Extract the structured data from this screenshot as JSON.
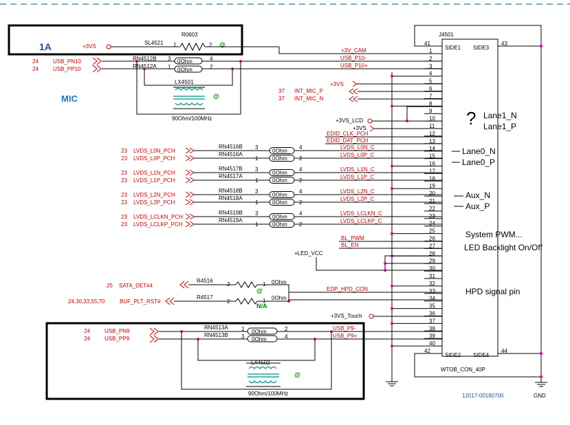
{
  "annotations": {
    "label_1a": "1A",
    "label_mic": "MIC",
    "question": "?",
    "lane1_n": "Lane1_N",
    "lane1_p": "Lane1_P",
    "lane0_n": "Lane0_N",
    "lane0_p": "Lane0_P",
    "aux_n": "Aux_N",
    "aux_p": "Aux_P",
    "system_pwm": "System PWM...",
    "led_backlight": "LED Backlight On/Off",
    "hpd": "HPD signal pin"
  },
  "connector": {
    "ref": "J4501",
    "part": "WTOB_CON_40P",
    "side1": "SIDE1",
    "side2": "SIDE2",
    "side3": "SIDE3",
    "side4": "SIDE4",
    "pin41": "41",
    "pin42": "42",
    "pin43": "43",
    "pin44": "44",
    "pins": [
      "1",
      "2",
      "3",
      "4",
      "5",
      "6",
      "7",
      "8",
      "9",
      "10",
      "11",
      "12",
      "13",
      "14",
      "15",
      "16",
      "17",
      "18",
      "19",
      "20",
      "21",
      "22",
      "23",
      "24",
      "25",
      "26",
      "27",
      "28",
      "29",
      "30",
      "31",
      "32",
      "33",
      "34",
      "35",
      "36",
      "37",
      "38",
      "39",
      "40"
    ]
  },
  "power": {
    "vs3": "+3VS",
    "vs3_b": "+3VS",
    "vs3_lcd": "+3VS_LCD",
    "vs3_c": "+3VS",
    "led_vcc": "+LED_VCC",
    "vs3_touch": "+3VS_Touch",
    "gnd": "GND"
  },
  "top": {
    "sl": "SL4521",
    "r0603": "R0603",
    "p1": "1",
    "p2": "2",
    "at": "@",
    "cam": "+3V_CAM"
  },
  "usb10": {
    "sheet_n": "24",
    "sheet_p": "24",
    "net_n": "USB_PN10",
    "net_p": "USB_PP10",
    "rn_b": "RN4512B",
    "rn_a": "RN4512A",
    "val": "0Ohm",
    "val2": "0Ohm",
    "pin_b1": "3",
    "pin_b2": "4",
    "pin_a1": "1",
    "pin_a2": "2",
    "lx": "LX4501",
    "at": "@",
    "lx_val": "90Ohm/100MHz",
    "out_n": "USB_P10-",
    "out_p": "USB_P10+"
  },
  "mic": {
    "sheet_p": "37",
    "sheet_n": "37",
    "net_p": "INT_MIC_P",
    "net_n": "INT_MIC_N"
  },
  "edid": {
    "clk": "EDID_CLK_PCH",
    "dat": "EDID_DAT_PCH"
  },
  "lvds": [
    {
      "sheet_a": "23",
      "net_a": "LVDS_L0N_PCH",
      "sheet_b": "23",
      "net_b": "LVDS_L0P_PCH",
      "rn_b": "RN4516B",
      "rn_a": "RN4516A",
      "out_a": "LVDS_L0N_C",
      "out_b": "LVDS_L0P_C"
    },
    {
      "sheet_a": "23",
      "net_a": "LVDS_L1N_PCH",
      "sheet_b": "23",
      "net_b": "LVDS_L1P_PCH",
      "rn_b": "RN4517B",
      "rn_a": "RN4517A",
      "out_a": "LVDS_L1N_C",
      "out_b": "LVDS_L1P_C"
    },
    {
      "sheet_a": "23",
      "net_a": "LVDS_L2N_PCH",
      "sheet_b": "23",
      "net_b": "LVDS_L2P_PCH",
      "rn_b": "RN4518B",
      "rn_a": "RN4518A",
      "out_a": "LVDS_L2N_C",
      "out_b": "LVDS_L2P_C"
    },
    {
      "sheet_a": "23",
      "net_a": "LVDS_LCLKN_PCH",
      "sheet_b": "23",
      "net_b": "LVDS_LCLKP_PCH",
      "rn_b": "RN4519B",
      "rn_a": "RN4519A",
      "out_a": "LVDS_LCLKN_C",
      "out_b": "LVDS_LCLKP_C"
    }
  ],
  "rn_val": "0Ohm",
  "rn_pins": [
    "3",
    "4",
    "1",
    "2"
  ],
  "bl": {
    "pwm": "BL_PWM",
    "en": "BL_EN"
  },
  "sata": {
    "sheet": "25",
    "net": "SATA_DET#4",
    "ref": "R4516",
    "p2": "2",
    "p1": "1",
    "val": "0Ohm",
    "at": "@"
  },
  "buf": {
    "sheet": "24,30,33,55,70",
    "net": "BUF_PLT_RST#",
    "ref": "R4517",
    "p2": "2",
    "p1": "1",
    "val": "0Ohm",
    "na": "N/A",
    "hpd_net": "EDP_HPD_CON"
  },
  "usb9": {
    "sheet_n": "24",
    "sheet_p": "24",
    "net_n": "USB_PN9",
    "net_p": "USB_PP9",
    "rn_a": "RN4513A",
    "rn_b": "RN4513B",
    "val": "0Ohm",
    "val2": "0Ohm",
    "pin_a1": "1",
    "pin_a2": "2",
    "pin_b1": "3",
    "pin_b2": "4",
    "lx": "LX4502",
    "at": "@",
    "lx_val": "90Ohm/100MHz",
    "out_n": "USB_P9-",
    "out_p": "USB_P9+"
  },
  "doc_no": "12017-00180700"
}
